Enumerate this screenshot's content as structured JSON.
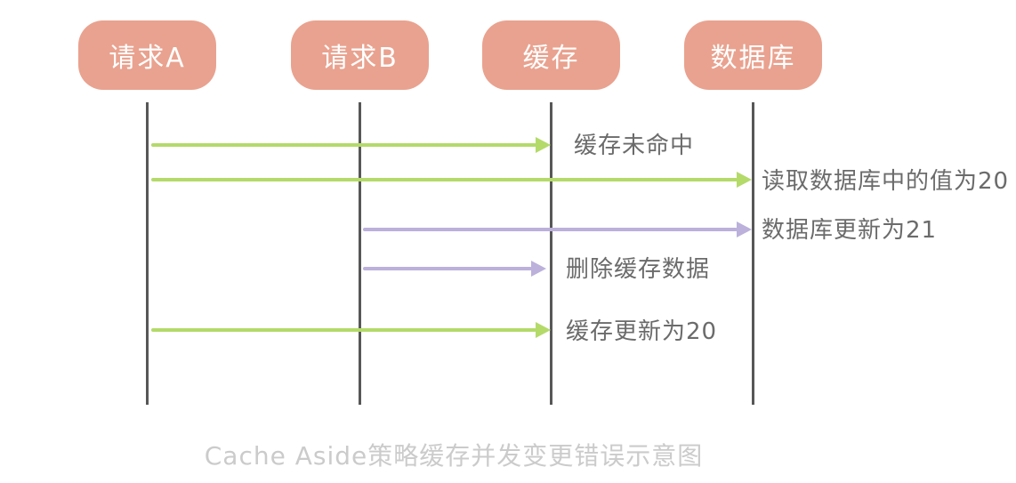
{
  "colors": {
    "actor_bg": "#E9A28F",
    "actor_text": "#FFFFFF",
    "green": "#B4DA6A",
    "purple": "#BBB1DB",
    "lifeline": "#575757",
    "label": "#6B6B6B",
    "caption": "#CBCBCB"
  },
  "actors": [
    {
      "label": "请求A"
    },
    {
      "label": "请求B"
    },
    {
      "label": "缓存"
    },
    {
      "label": "数据库"
    }
  ],
  "messages": [
    {
      "label": "缓存未命中",
      "from": "请求A",
      "to": "缓存",
      "color": "green"
    },
    {
      "label": "读取数据库中的值为20",
      "from": "请求A",
      "to": "数据库",
      "color": "green"
    },
    {
      "label": "数据库更新为21",
      "from": "请求B",
      "to": "数据库",
      "color": "purple"
    },
    {
      "label": "删除缓存数据",
      "from": "请求B",
      "to": "缓存",
      "color": "purple"
    },
    {
      "label": "缓存更新为20",
      "from": "请求A",
      "to": "缓存",
      "color": "green"
    }
  ],
  "caption": "Cache Aside策略缓存并发变更错误示意图"
}
